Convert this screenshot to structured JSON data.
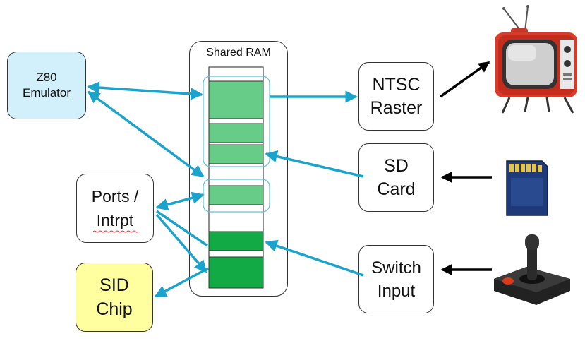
{
  "boxes": {
    "z80": [
      "Z80",
      "Emulator"
    ],
    "ports": [
      "Ports /",
      "Intrpt"
    ],
    "sid": [
      "SID",
      "Chip"
    ],
    "ntsc": [
      "NTSC",
      "Raster"
    ],
    "sd": [
      "SD",
      "Card"
    ],
    "switch": [
      "Switch",
      "Input"
    ]
  },
  "shared_ram": {
    "title": "Shared RAM"
  },
  "colors": {
    "arrow": "#1aa3cc",
    "device_arrow": "#000000",
    "light_block": "#66cc88",
    "dark_block": "#11aa44",
    "z80_fill": "#d2f0fb",
    "sid_fill": "#ffffa0"
  },
  "devices": [
    "tv-icon",
    "sd-card-icon",
    "joystick-icon"
  ]
}
